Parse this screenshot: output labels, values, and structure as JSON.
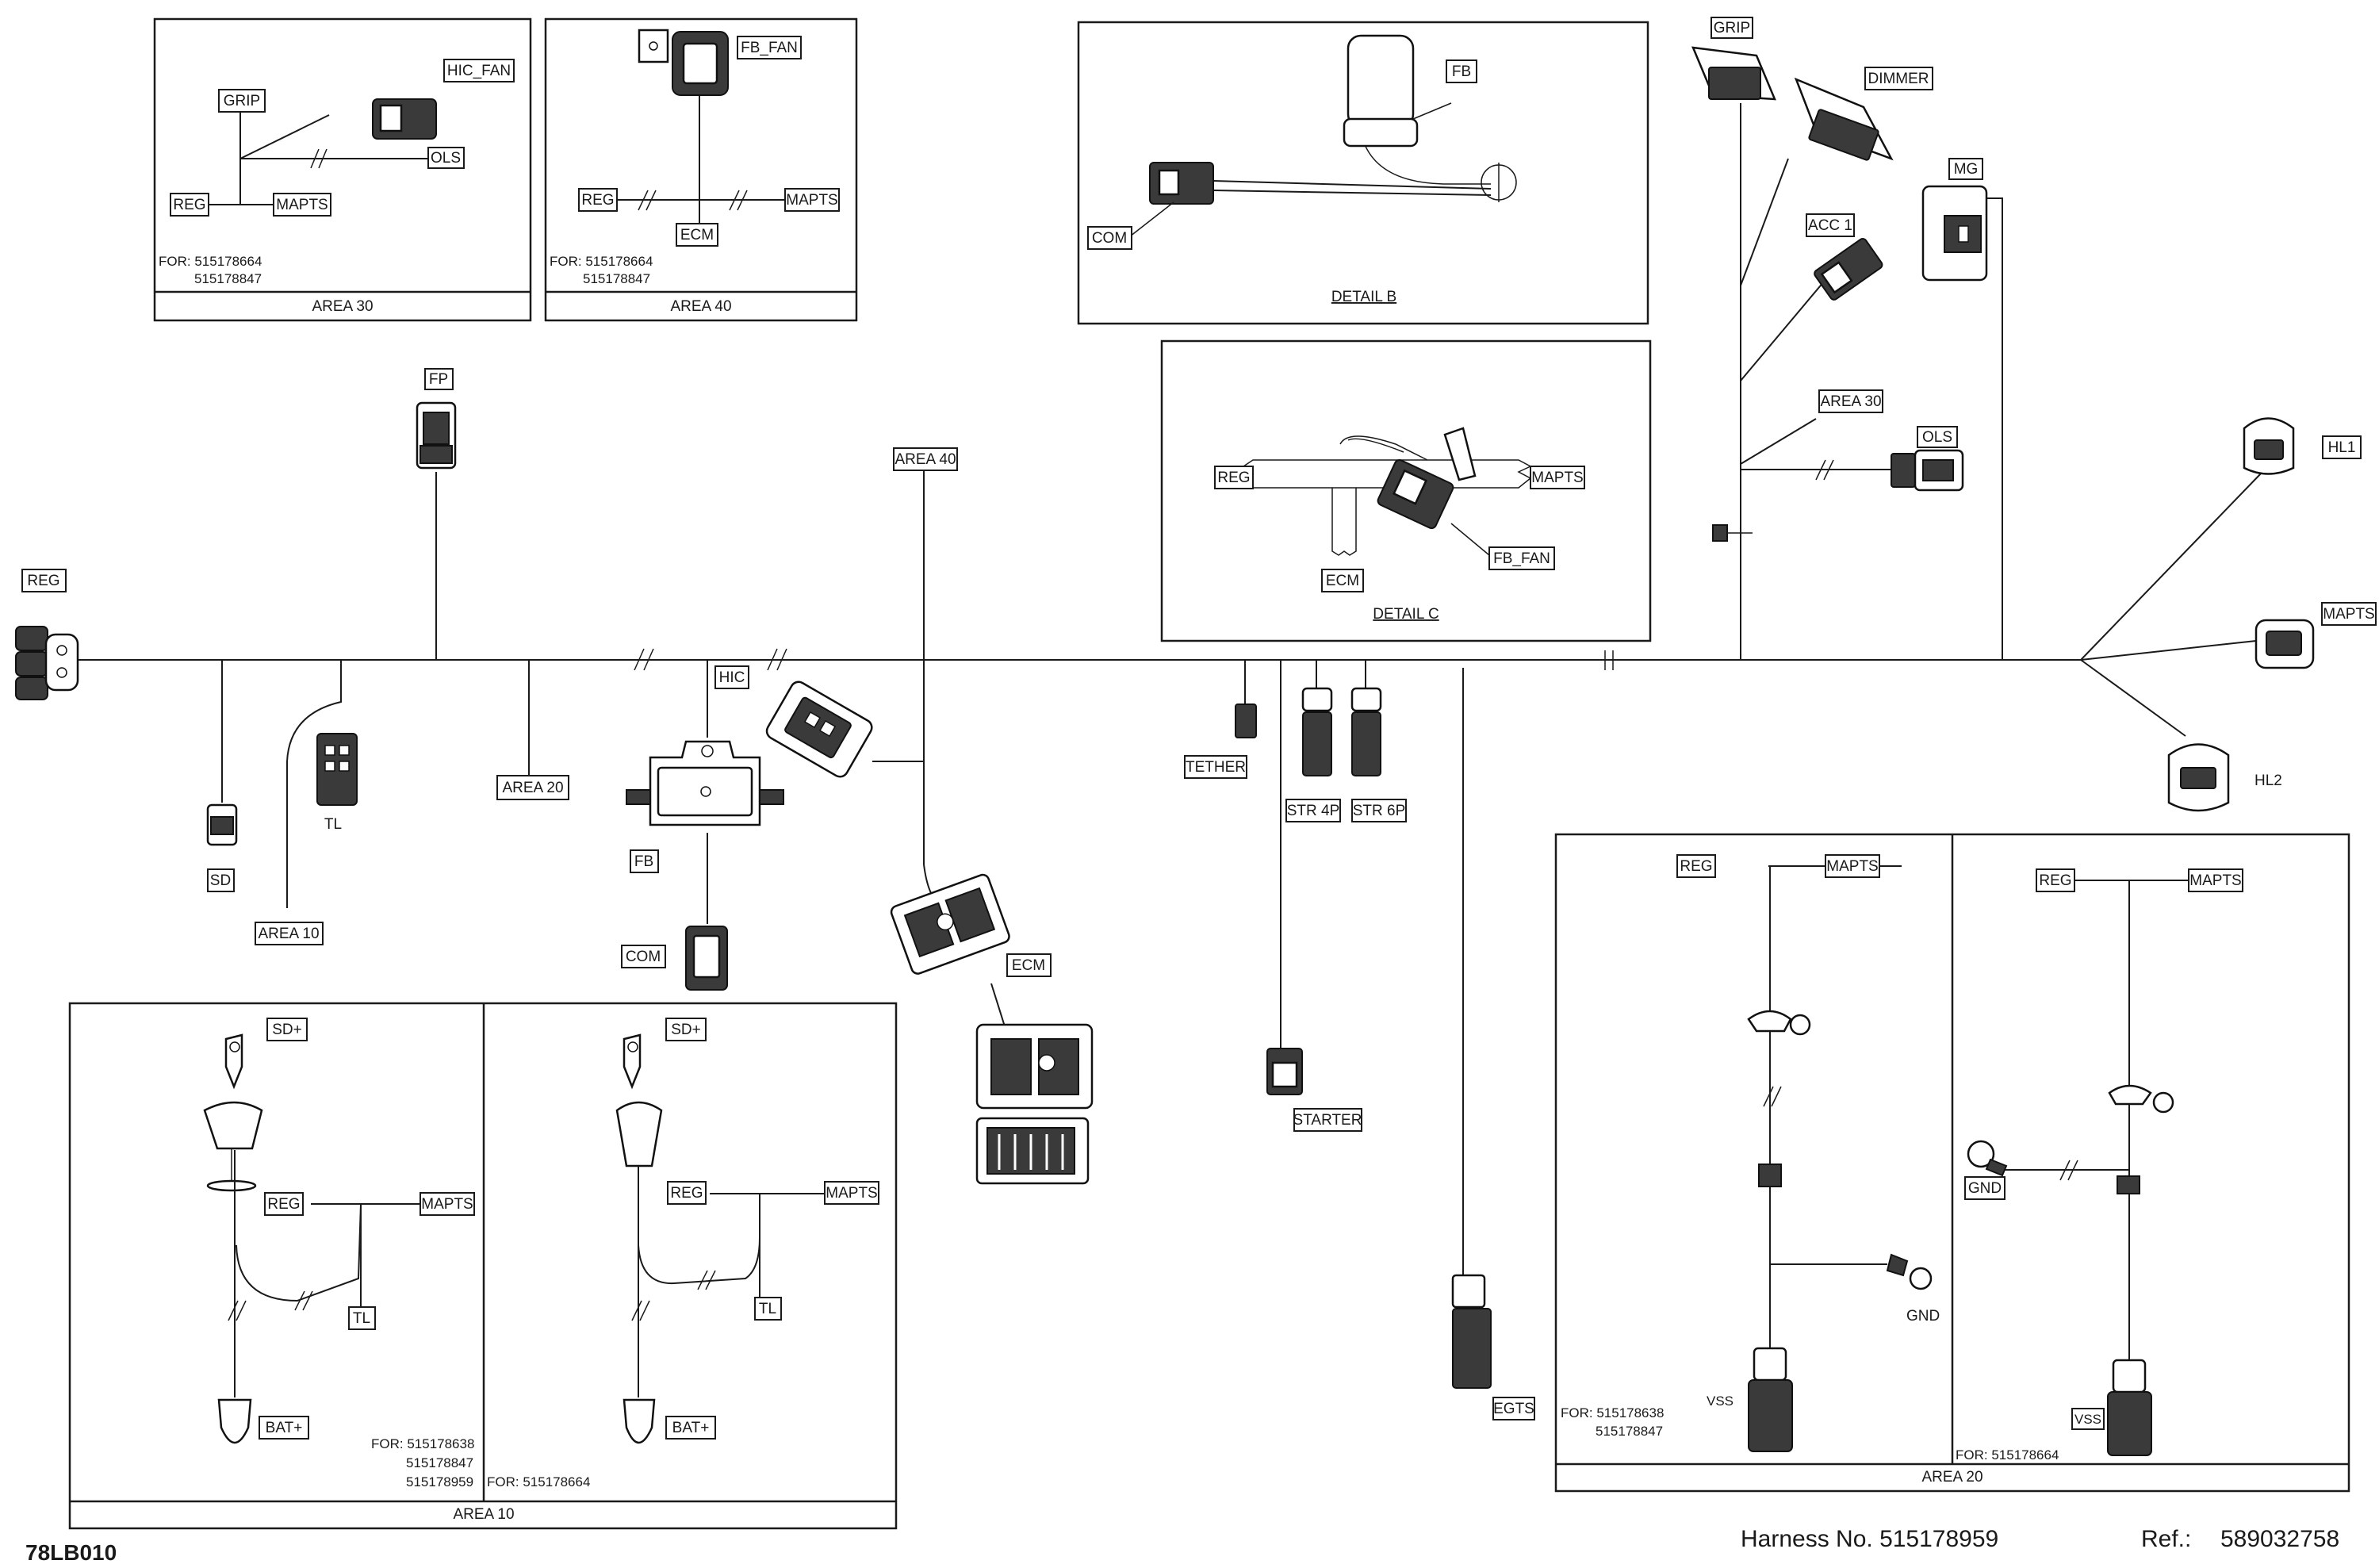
{
  "labels": {
    "reg": "REG",
    "fp": "FP",
    "sd": "SD",
    "tl": "TL",
    "area10": "AREA 10",
    "area20": "AREA 20",
    "fb": "FB",
    "hic": "HIC",
    "com": "COM",
    "area40": "AREA 40",
    "ecm": "ECM",
    "tether": "TETHER",
    "str4p": "STR 4P",
    "str6p": "STR 6P",
    "starter": "STARTER",
    "egts": "EGTS",
    "grip": "GRIP",
    "dimmer": "DIMMER",
    "mg": "MG",
    "acc1": "ACC 1",
    "area30": "AREA 30",
    "ols": "OLS",
    "hl1": "HL1",
    "mapts": "MAPTS",
    "hl2": "HL2"
  },
  "inset_area30": {
    "grip": "GRIP",
    "hic_fan": "HIC_FAN",
    "ols": "OLS",
    "reg": "REG",
    "mapts": "MAPTS",
    "for_line1": "FOR: 515178664",
    "for_line2": "515178847",
    "footer": "AREA 30"
  },
  "inset_area40": {
    "fb_fan": "FB_FAN",
    "reg": "REG",
    "mapts": "MAPTS",
    "ecm": "ECM",
    "for_line1": "FOR: 515178664",
    "for_line2": "515178847",
    "footer": "AREA 40"
  },
  "detail_b": {
    "fb": "FB",
    "com": "COM",
    "title": "DETAIL B"
  },
  "detail_c": {
    "reg": "REG",
    "mapts": "MAPTS",
    "ecm": "ECM",
    "fb_fan": "FB_FAN",
    "title": "DETAIL C"
  },
  "inset_area10": {
    "left": {
      "sd_plus": "SD+",
      "reg": "REG",
      "mapts": "MAPTS",
      "tl": "TL",
      "bat_plus": "BAT+",
      "for_lines": [
        "FOR: 515178638",
        "515178847",
        "515178959"
      ]
    },
    "right": {
      "sd_plus": "SD+",
      "reg": "REG",
      "mapts": "MAPTS",
      "tl": "TL",
      "bat_plus": "BAT+",
      "for_line": "FOR: 515178664"
    },
    "footer": "AREA 10"
  },
  "inset_area20": {
    "left": {
      "reg": "REG",
      "mapts": "MAPTS",
      "gnd": "GND",
      "vss": "VSS",
      "for_line1": "FOR: 515178638",
      "for_line2": "515178847"
    },
    "right": {
      "reg": "REG",
      "mapts": "MAPTS",
      "gnd": "GND",
      "vss": "VSS",
      "for_line": "FOR: 515178664"
    },
    "footer": "AREA 20"
  },
  "footer": {
    "code": "78LB010",
    "harness": "Harness No. 515178959",
    "ref_label": "Ref.:",
    "ref_value": "589032758"
  }
}
